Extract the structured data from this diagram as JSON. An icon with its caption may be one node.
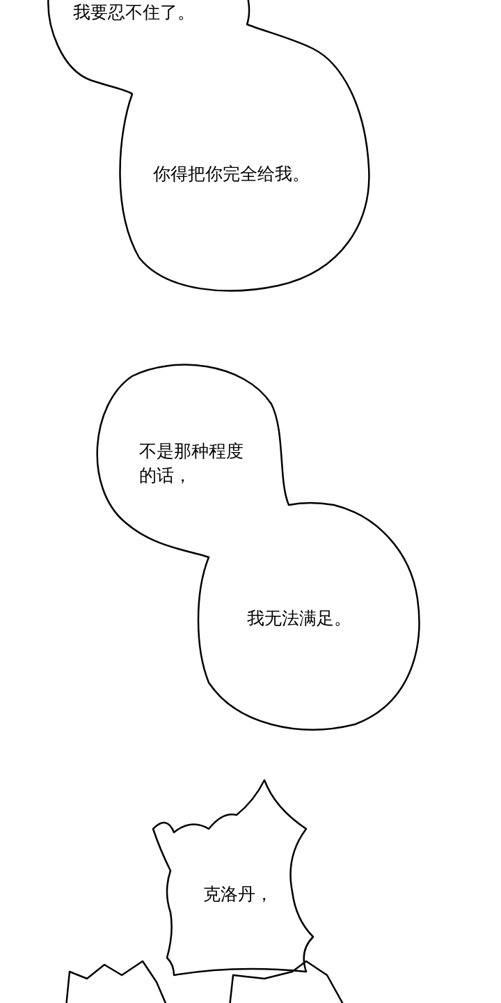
{
  "diagram": {
    "nodes": [
      {
        "text": [
          "我要忍不住了。",
          "你得把你完全给我。"
        ]
      },
      {
        "text": [
          "不是那种程度的话，",
          "我无法满足。"
        ]
      },
      {
        "text": [
          "克洛丹，"
        ]
      },
      {
        "text": [],
        "shape": "burst"
      }
    ]
  }
}
